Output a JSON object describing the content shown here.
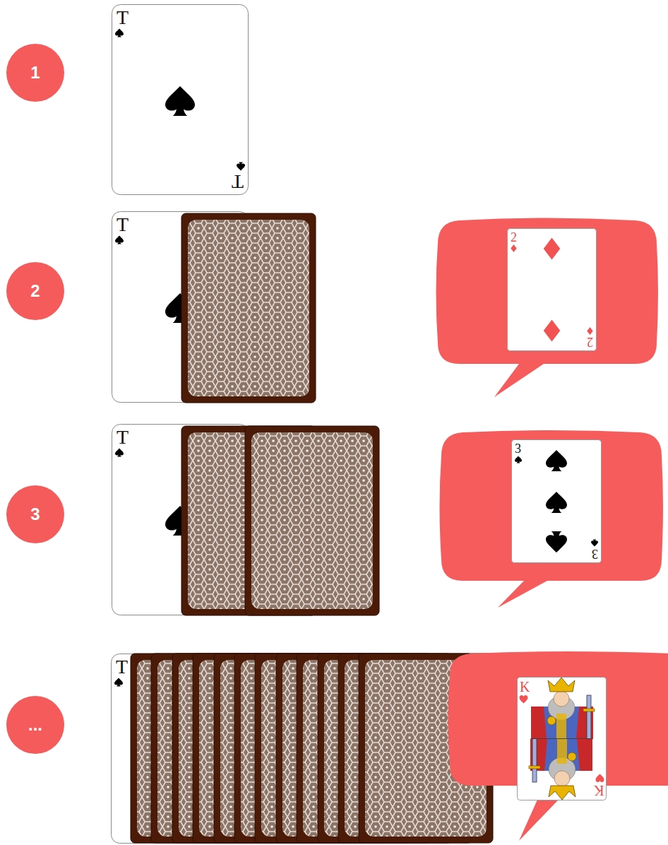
{
  "diagram": {
    "nodes": [
      {
        "text": [
          "1"
        ]
      },
      {
        "text": [
          "T",
          "T"
        ]
      },
      {
        "text": [
          "2"
        ]
      },
      {
        "text": [
          "T"
        ]
      },
      {
        "text": [
          "2",
          "2"
        ]
      },
      {
        "text": [
          "3"
        ]
      },
      {
        "text": [
          "T"
        ]
      },
      {
        "text": [
          "3",
          "3"
        ]
      },
      {
        "text": [
          "..."
        ]
      },
      {
        "text": [
          "T"
        ]
      },
      {
        "text": [
          "K",
          "K"
        ]
      }
    ]
  }
}
